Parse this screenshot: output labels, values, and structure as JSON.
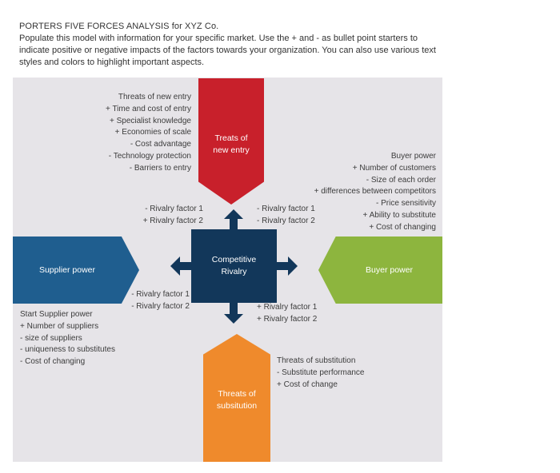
{
  "header": {
    "title": "PORTERS FIVE FORCES ANALYSIS for XYZ Co.",
    "line1": "Populate this model with information for your specific market. Use the + and - as bullet point starters to",
    "line2": "indicate positive or negative impacts of the factors towards your organization.  You can also use various text",
    "line3": "styles and colors to highlight important aspects."
  },
  "colors": {
    "new_entry": "#c8202b",
    "supplier": "#1f5e8f",
    "buyer": "#8db53e",
    "substitution": "#ef8a2c",
    "center": "#12375a",
    "panel": "#e6e4e8"
  },
  "shapes": {
    "new_entry": {
      "line1": "Treats of",
      "line2": "new entry"
    },
    "supplier": {
      "label": "Supplier power"
    },
    "buyer": {
      "label": "Buyer power"
    },
    "substitution": {
      "line1": "Threats of",
      "line2": "subsitution"
    },
    "center": {
      "line1": "Competitive",
      "line2": "Rivalry"
    }
  },
  "lists": {
    "new_entry": [
      "Threats of new entry",
      "+ Time and cost of entry",
      "+ Specialist knowledge",
      "+ Economies of scale",
      "- Cost advantage",
      "- Technology protection",
      "- Barriers to entry"
    ],
    "buyer": [
      "Buyer power",
      "+ Number of customers",
      "- Size of each order",
      "+ differences between competitors",
      "- Price sensitivity",
      "+ Ability to substitute",
      "+ Cost of changing"
    ],
    "supplier": [
      "Start Supplier power",
      "+ Number of suppliers",
      "- size of suppliers",
      "- uniqueness to substitutes",
      "- Cost of changing"
    ],
    "substitution": [
      "Threats of substitution",
      "- Substitute performance",
      "+ Cost of change"
    ]
  },
  "rivalry": {
    "top_left": [
      "- Rivalry factor 1",
      "+ Rivalry factor 2"
    ],
    "top_right": [
      "- Rivalry factor 1",
      "- Rivalry factor 2"
    ],
    "bottom_left": [
      "- Rivalry factor 1",
      "- Rivalry factor 2"
    ],
    "bottom_right": [
      "+ Rivalry factor 1",
      "+ Rivalry factor 2"
    ]
  },
  "icons": [
    "arrow-up-icon",
    "arrow-down-icon",
    "arrow-left-icon",
    "arrow-right-icon"
  ]
}
